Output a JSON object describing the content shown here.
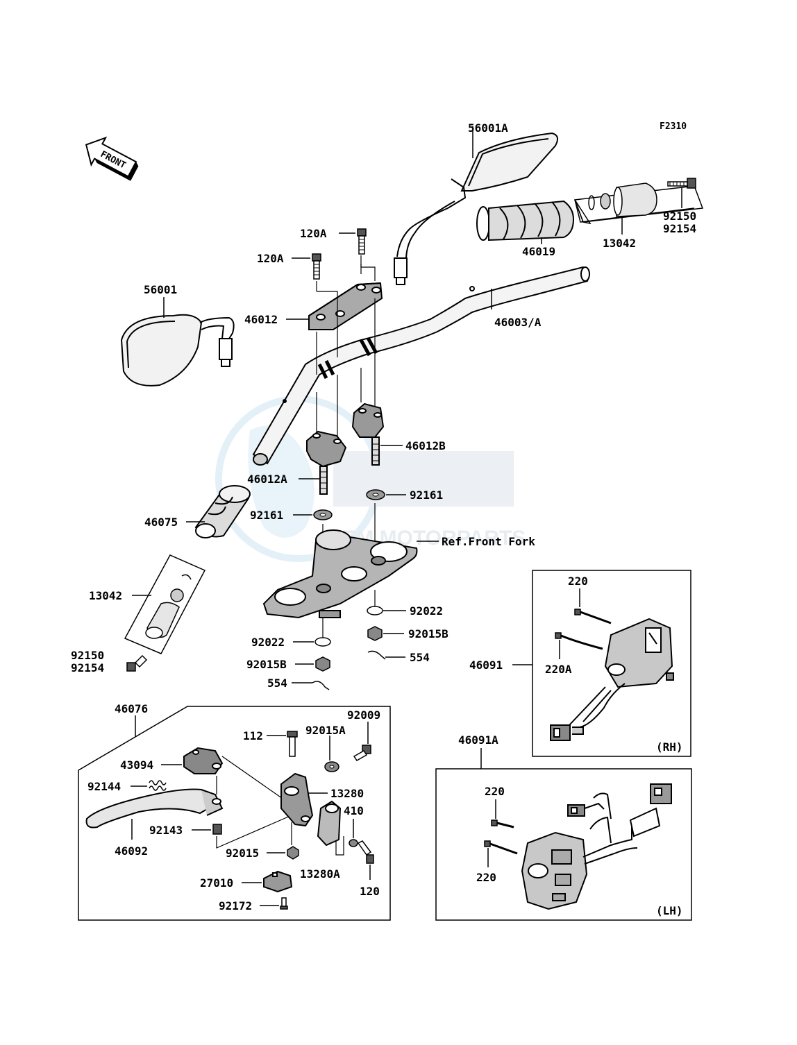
{
  "diagram": {
    "figure_code": "F2310",
    "front_arrow": "FRONT",
    "watermark": "OEM MOTORPARTS",
    "reference_note": "Ref.Front Fork",
    "side_labels": {
      "right": "(RH)",
      "left": "(LH)"
    },
    "parts": {
      "p56001A": "56001A",
      "p56001": "56001",
      "p120A_1": "120A",
      "p120A_2": "120A",
      "p46012": "46012",
      "p46019": "46019",
      "p13042_r": "13042",
      "p92150_r": "92150",
      "p92154_r": "92154",
      "p46003A": "46003/A",
      "p46012B": "46012B",
      "p46012A": "46012A",
      "p92161_r": "92161",
      "p92161_l": "92161",
      "p46075": "46075",
      "p13042_l": "13042",
      "p92150_l": "92150",
      "p92154_l": "92154",
      "p92022_r": "92022",
      "p92022_l": "92022",
      "p92015B_r": "92015B",
      "p92015B_l": "92015B",
      "p554_r": "554",
      "p554_l": "554",
      "p220_rh": "220",
      "p220A": "220A",
      "p46091": "46091",
      "p46076": "46076",
      "p112": "112",
      "p92015A": "92015A",
      "p92009": "92009",
      "p43094": "43094",
      "p13280": "13280",
      "p92144": "92144",
      "p410": "410",
      "p92143": "92143",
      "p46092": "46092",
      "p92015": "92015",
      "p13280A": "13280A",
      "p27010": "27010",
      "p120": "120",
      "p92172": "92172",
      "p46091A": "46091A",
      "p220_lh1": "220",
      "p220_lh2": "220"
    }
  }
}
